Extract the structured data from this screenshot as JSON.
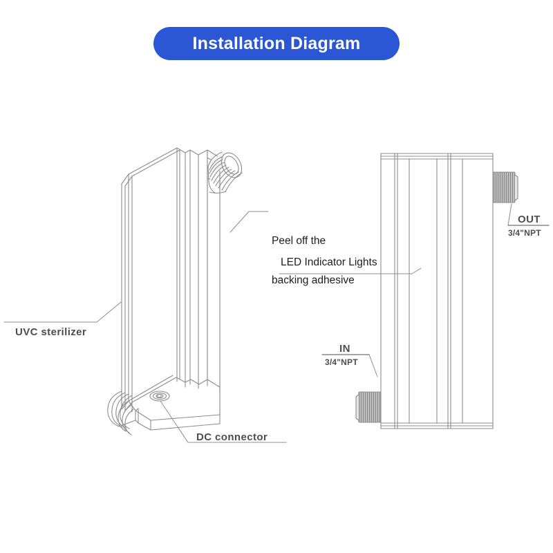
{
  "page": {
    "background_color": "#ffffff",
    "title": "Installation Diagram"
  },
  "header": {
    "badge": {
      "label": "Installation Diagram",
      "background_color": "#2b57d4",
      "text_color": "#ffffff"
    }
  },
  "diagram": {
    "kind": "technical-line-drawing",
    "line_color": "#808080",
    "views": [
      {
        "name": "isometric-view",
        "description": "3D isometric view of UVC sterilizer body with top and bottom threaded ports"
      },
      {
        "name": "front-view",
        "description": "Flat front elevation of UVC sterilizer with inlet and outlet ports"
      }
    ],
    "callouts": [
      {
        "id": "peel-off",
        "label_line_1": "Peel off the",
        "label_line_2": "backing adhesive",
        "style": "regular",
        "view": "isometric-view"
      },
      {
        "id": "led-indicator-lights",
        "label": "LED Indicator Lights",
        "style": "regular",
        "view": "front-view"
      },
      {
        "id": "uvc-sterilizer",
        "label": "UVC sterilizer",
        "style": "bold",
        "view": "isometric-view"
      },
      {
        "id": "dc-connector",
        "label": "DC connector",
        "style": "bold",
        "view": "isometric-view"
      },
      {
        "id": "outlet-port",
        "label": "OUT",
        "sublabel": "3/4\"NPT",
        "style": "bold",
        "view": "front-view"
      },
      {
        "id": "inlet-port",
        "label": "IN",
        "sublabel": "3/4\"NPT",
        "style": "bold",
        "view": "front-view"
      }
    ]
  }
}
